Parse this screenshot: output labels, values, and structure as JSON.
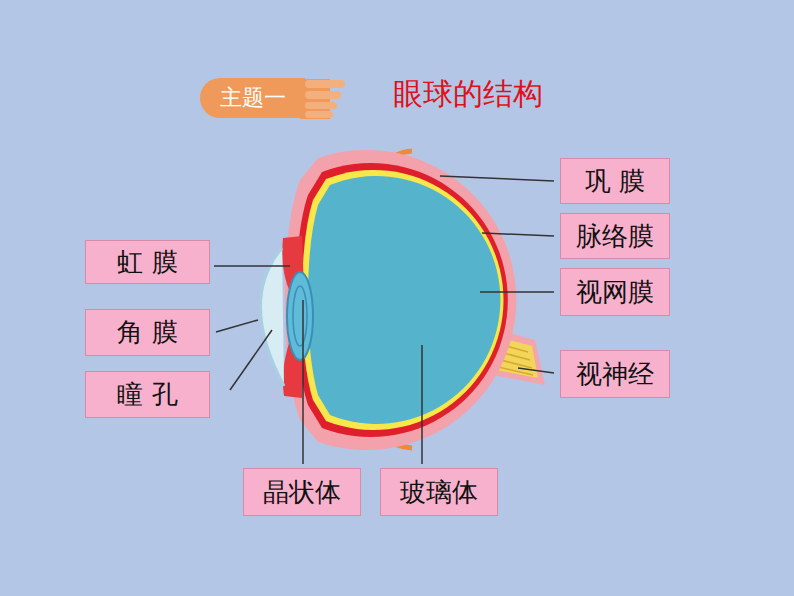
{
  "diagram": {
    "title": "眼球的结构",
    "nodes": [
      {
        "text": [
          "主题一"
        ]
      },
      {
        "text": [
          "巩 膜"
        ]
      },
      {
        "text": [
          "脉络膜"
        ]
      },
      {
        "text": [
          "虹 膜"
        ]
      },
      {
        "text": [
          "视网膜"
        ]
      },
      {
        "text": [
          "角 膜"
        ]
      },
      {
        "text": [
          "视神经"
        ]
      },
      {
        "text": [
          "瞳 孔"
        ]
      },
      {
        "text": [
          "晶状体"
        ]
      },
      {
        "text": [
          "玻璃体"
        ]
      }
    ]
  }
}
